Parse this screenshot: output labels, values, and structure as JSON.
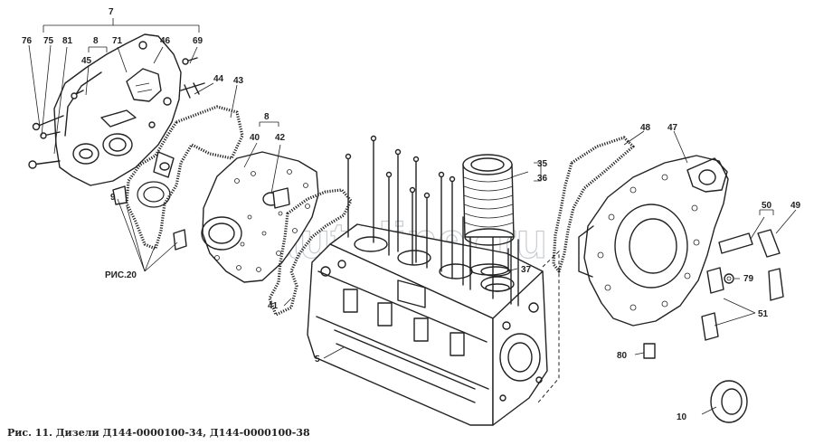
{
  "caption": "Рис. 11. Дизели Д144-0000100-34, Д144-0000100-38",
  "watermark": "autoliner.ru",
  "labels": [
    {
      "id": "7",
      "text": "7"
    },
    {
      "id": "76",
      "text": "76"
    },
    {
      "id": "75",
      "text": "75"
    },
    {
      "id": "81",
      "text": "81"
    },
    {
      "id": "8a",
      "text": "8"
    },
    {
      "id": "71",
      "text": "71"
    },
    {
      "id": "46",
      "text": "46"
    },
    {
      "id": "69",
      "text": "69"
    },
    {
      "id": "45",
      "text": "45"
    },
    {
      "id": "44",
      "text": "44"
    },
    {
      "id": "43",
      "text": "43"
    },
    {
      "id": "8b",
      "text": "8"
    },
    {
      "id": "40",
      "text": "40"
    },
    {
      "id": "42",
      "text": "42"
    },
    {
      "id": "9",
      "text": "9"
    },
    {
      "id": "ris20",
      "text": "РИС.20"
    },
    {
      "id": "41",
      "text": "41"
    },
    {
      "id": "35",
      "text": "35"
    },
    {
      "id": "36",
      "text": "36"
    },
    {
      "id": "48",
      "text": "48"
    },
    {
      "id": "47",
      "text": "47"
    },
    {
      "id": "50",
      "text": "50"
    },
    {
      "id": "49",
      "text": "49"
    },
    {
      "id": "37",
      "text": "37"
    },
    {
      "id": "79",
      "text": "79"
    },
    {
      "id": "51",
      "text": "51"
    },
    {
      "id": "5",
      "text": "5"
    },
    {
      "id": "80",
      "text": "80"
    },
    {
      "id": "10",
      "text": "10"
    }
  ]
}
